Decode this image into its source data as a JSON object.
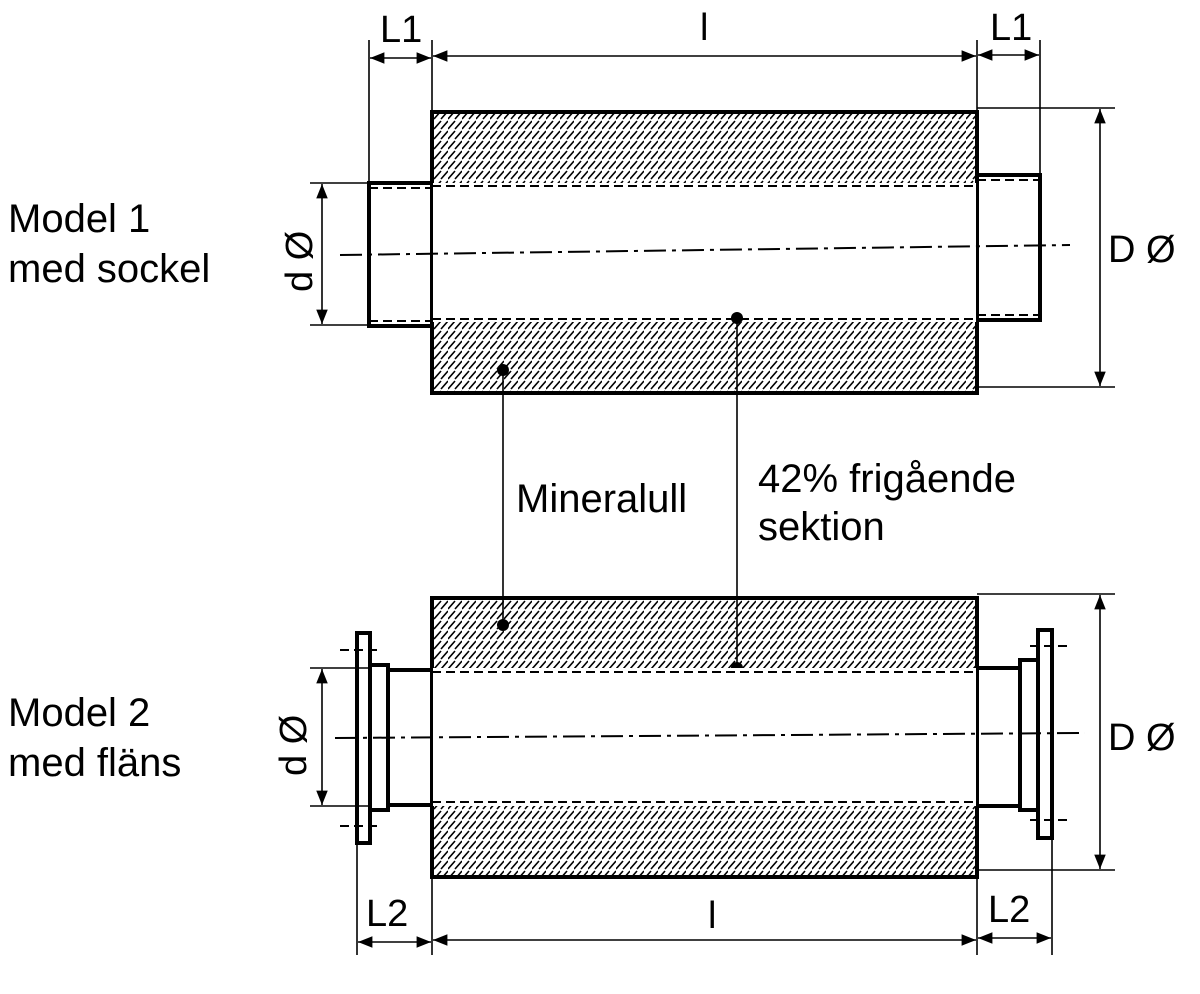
{
  "colors": {
    "ink": "#000000",
    "paper": "#ffffff"
  },
  "model1": {
    "title": "Model 1",
    "subtitle": "med sockel",
    "dim_L1_left": "L1",
    "dim_l": "l",
    "dim_L1_right": "L1",
    "dim_D": "D Ø",
    "dim_d": "d Ø"
  },
  "model2": {
    "title": "Model 2",
    "subtitle": "med fläns",
    "dim_L2_left": "L2",
    "dim_l": "l",
    "dim_L2_right": "L2",
    "dim_D": "D Ø",
    "dim_d": "d Ø"
  },
  "callouts": {
    "mineral_wool": "Mineralull",
    "free_section_line1": "42% frigående",
    "free_section_line2": "sektion"
  }
}
